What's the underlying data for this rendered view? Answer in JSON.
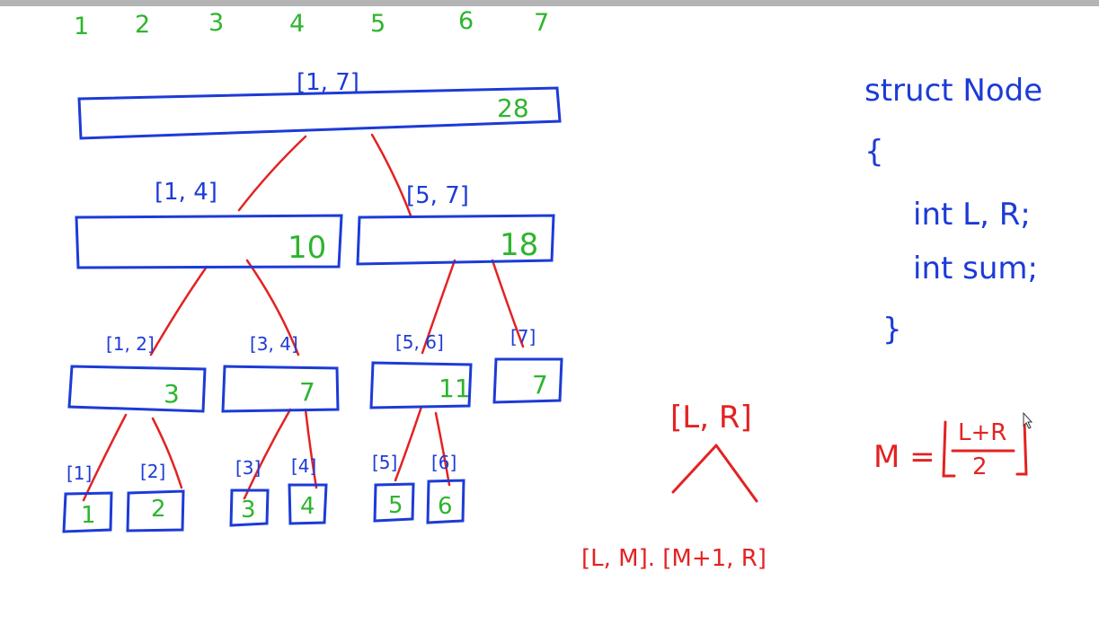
{
  "indices": [
    "1",
    "2",
    "3",
    "4",
    "5",
    "6",
    "7"
  ],
  "tree": {
    "root": {
      "label": "[1, 7]",
      "sum": "28"
    },
    "level1": [
      {
        "label": "[1, 4]",
        "sum": "10"
      },
      {
        "label": "[5, 7]",
        "sum": "18"
      }
    ],
    "level2": [
      {
        "label": "[1, 2]",
        "sum": "3"
      },
      {
        "label": "[3, 4]",
        "sum": "7"
      },
      {
        "label": "[5, 6]",
        "sum": "11"
      },
      {
        "label": "[7]",
        "sum": "7"
      }
    ],
    "leaves": [
      {
        "label": "[1]",
        "sum": "1"
      },
      {
        "label": "[2]",
        "sum": "2"
      },
      {
        "label": "[3]",
        "sum": "3"
      },
      {
        "label": "[4]",
        "sum": "4"
      },
      {
        "label": "[5]",
        "sum": "5"
      },
      {
        "label": "[6]",
        "sum": "6"
      }
    ]
  },
  "code": {
    "line1": "struct Node",
    "line2": "{",
    "line3": "int L, R;",
    "line4": "int sum;",
    "line5": "}"
  },
  "split": {
    "parent": "[L, R]",
    "children": "[L, M]. [M+1, R]"
  },
  "formula": {
    "lhs": "M =",
    "numerator": "L+R",
    "denominator": "2"
  }
}
